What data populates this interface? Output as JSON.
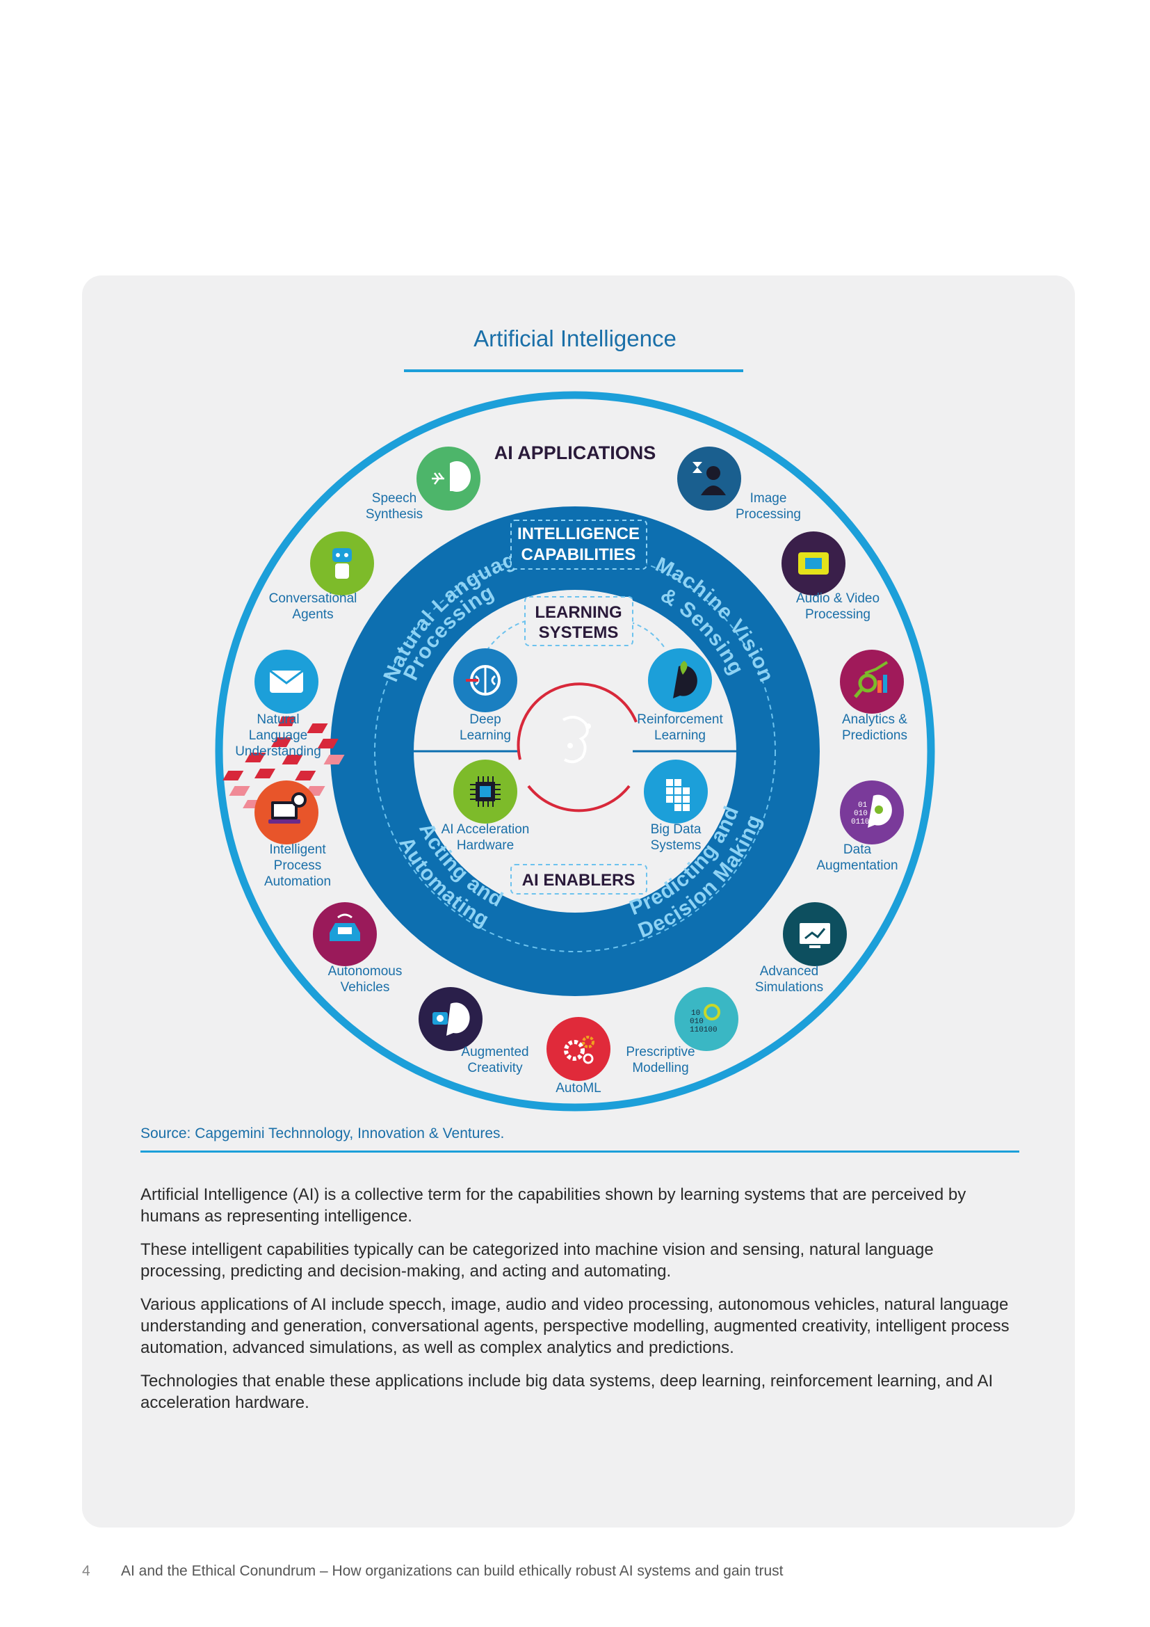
{
  "title": "Artificial Intelligence",
  "diagram": {
    "applications_heading": "AI APPLICATIONS",
    "capabilities_heading": [
      "INTELLIGENCE",
      "CAPABILITIES"
    ],
    "learning_heading": [
      "LEARNING",
      "SYSTEMS"
    ],
    "enablers_heading": "AI ENABLERS",
    "capabilities": [
      {
        "label": "Natural Language Processing",
        "lines": [
          "Natural Language",
          "Processing"
        ]
      },
      {
        "label": "Machine Vision & Sensing",
        "lines": [
          "Machine Vision",
          "& Sensing"
        ]
      },
      {
        "label": "Acting and Automating",
        "lines": [
          "Acting and",
          "Automating"
        ]
      },
      {
        "label": "Predicting and Decision Making",
        "lines": [
          "Predicting and",
          "Decision Making"
        ]
      }
    ],
    "applications": [
      {
        "label": "Speech Synthesis",
        "lines": [
          "Speech",
          "Synthesis"
        ],
        "color": "#4db56a",
        "icon": "speech-icon"
      },
      {
        "label": "Image Processing",
        "lines": [
          "Image",
          "Processing"
        ],
        "color": "#1a5f8f",
        "icon": "user-hourglass-icon"
      },
      {
        "label": "Conversational Agents",
        "lines": [
          "Conversational",
          "Agents"
        ],
        "color": "#7dbb2a",
        "icon": "robot-icon"
      },
      {
        "label": "Audio & Video Processing",
        "lines": [
          "Audio & Video",
          "Processing"
        ],
        "color": "#3a1f4a",
        "icon": "tv-icon"
      },
      {
        "label": "Natural Language Understanding",
        "lines": [
          "Natural",
          "Language",
          "Understanding"
        ],
        "color": "#1c9fd9",
        "icon": "envelope-icon"
      },
      {
        "label": "Analytics & Predictions",
        "lines": [
          "Analytics &",
          "Predictions"
        ],
        "color": "#a01a5a",
        "icon": "analytics-icon"
      },
      {
        "label": "Intelligent Process Automation",
        "lines": [
          "Intelligent",
          "Process",
          "Automation"
        ],
        "color": "#e8552a",
        "icon": "laptop-gear-icon"
      },
      {
        "label": "Data Augmentation",
        "lines": [
          "Data",
          "Augmentation"
        ],
        "color": "#7a3a9a",
        "icon": "binary-head-icon"
      },
      {
        "label": "Autonomous Vehicles",
        "lines": [
          "Autonomous",
          "Vehicles"
        ],
        "color": "#9a1a5a",
        "icon": "car-icon"
      },
      {
        "label": "Advanced Simulations",
        "lines": [
          "Advanced",
          "Simulations"
        ],
        "color": "#0d4f5f",
        "icon": "trend-screen-icon"
      },
      {
        "label": "Augmented Creativity",
        "lines": [
          "Augmented",
          "Creativity"
        ],
        "color": "#2a1f4a",
        "icon": "camera-head-icon"
      },
      {
        "label": "Prescriptive Modelling",
        "lines": [
          "Prescriptive",
          "Modelling"
        ],
        "color": "#3ab7c4",
        "icon": "binary-search-icon"
      },
      {
        "label": "AutoML",
        "lines": [
          "AutoML"
        ],
        "color": "#e02a3a",
        "icon": "gears-icon"
      }
    ],
    "learning_systems": [
      {
        "label": "Deep Learning",
        "lines": [
          "Deep",
          "Learning"
        ],
        "color": "#1a7fc1",
        "icon": "brain-icon"
      },
      {
        "label": "Reinforcement Learning",
        "lines": [
          "Reinforcement",
          "Learning"
        ],
        "color": "#1c9fd9",
        "icon": "head-plant-icon"
      }
    ],
    "enablers": [
      {
        "label": "AI Acceleration Hardware",
        "lines": [
          "AI Acceleration",
          "Hardware"
        ],
        "color": "#7dbb2a",
        "icon": "chip-icon"
      },
      {
        "label": "Big Data Systems",
        "lines": [
          "Big Data",
          "Systems"
        ],
        "color": "#1c9fd9",
        "icon": "data-blocks-icon"
      }
    ],
    "colors": {
      "outer_ring": "#1c9fd9",
      "inner_ring": "#0d6fb0",
      "ring_text": "#8fd3f4",
      "dark_text": "#2a1a3a",
      "label_text": "#1a6fa8",
      "core_red": "#d8283a"
    }
  },
  "source": "Source: Capgemini Technnology, Innovation & Ventures.",
  "paragraphs": [
    "Artificial Intelligence (AI) is a collective term for the capabilities shown by learning systems that are perceived by humans as representing intelligence.",
    "These intelligent capabilities typically can be categorized into machine vision and sensing, natural language processing, predicting and decision-making, and acting and automating.",
    "Various applications of AI include specch, image, audio and video processing, autonomous vehicles, natural language understanding and generation, conversational agents, perspective modelling, augmented creativity, intelligent process automation, advanced simulations, as well as complex analytics and predictions.",
    "Technologies that enable these applications include big data systems, deep learning, reinforcement learning, and AI acceleration hardware."
  ],
  "footer": {
    "page_number": "4",
    "text": "AI and the Ethical Conundrum – How organizations can build ethically robust AI systems and gain trust"
  }
}
